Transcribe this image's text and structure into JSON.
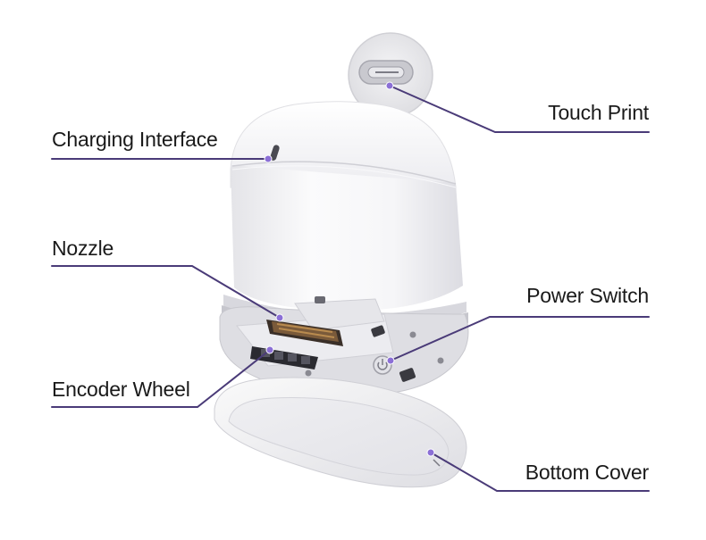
{
  "labels": {
    "touch_print": "Touch Print",
    "charging_interface": "Charging Interface",
    "nozzle": "Nozzle",
    "power_switch": "Power Switch",
    "encoder_wheel": "Encoder Wheel",
    "bottom_cover": "Bottom Cover"
  },
  "colors": {
    "callout_line": "#4a3b78",
    "callout_dot": "#8b6fd6",
    "device_body": "#f3f3f5",
    "label_text": "#1a1a1a"
  },
  "icons": [
    "usb-c-port-icon",
    "power-icon"
  ]
}
